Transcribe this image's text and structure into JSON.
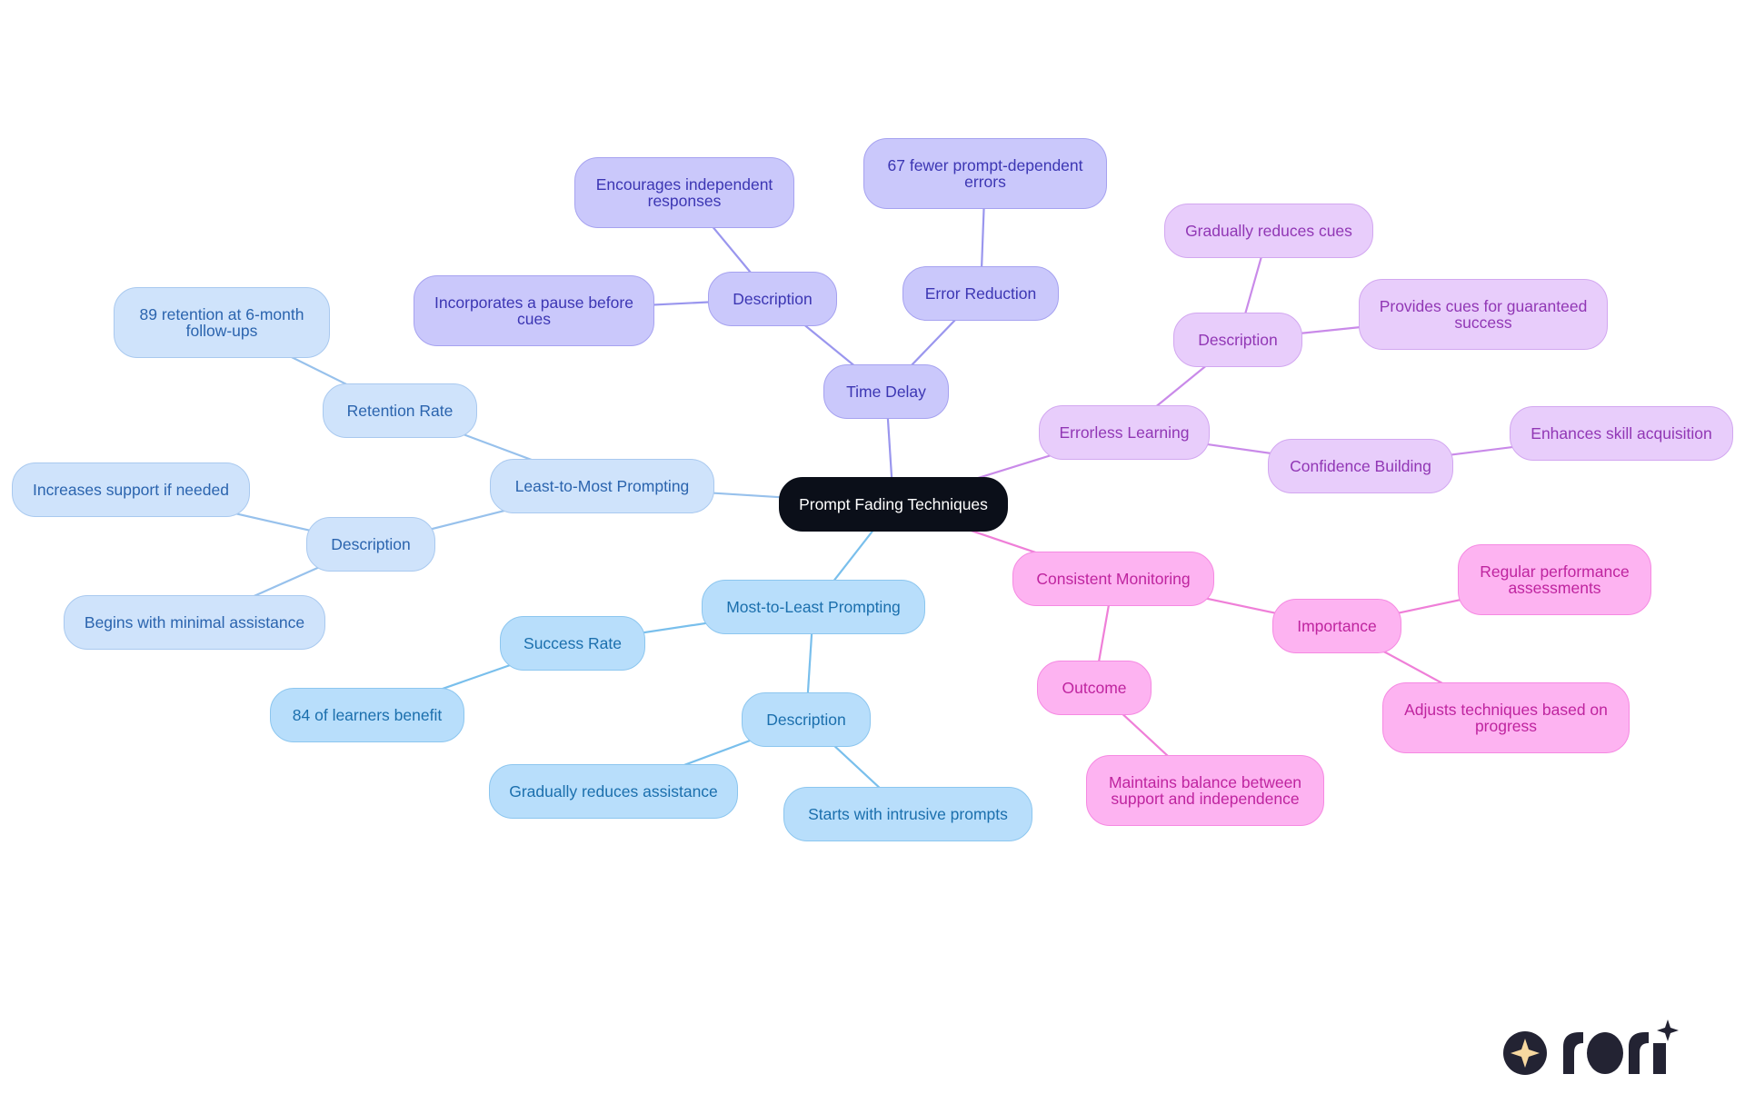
{
  "diagram": {
    "root": "Prompt Fading Techniques",
    "time_delay": {
      "label": "Time Delay",
      "description": "Description",
      "desc_encourages": "Encourages independent responses",
      "desc_pause": "Incorporates a pause before cues",
      "error_reduction": "Error Reduction",
      "errors_value": "67 fewer prompt-dependent errors"
    },
    "errorless": {
      "label": "Errorless Learning",
      "description": "Description",
      "desc_reduces": "Gradually reduces cues",
      "desc_provides": "Provides cues for guaranteed success",
      "confidence": "Confidence Building",
      "confidence_value": "Enhances skill acquisition"
    },
    "monitoring": {
      "label": "Consistent Monitoring",
      "importance": "Importance",
      "imp_regular": "Regular performance assessments",
      "imp_adjusts": "Adjusts techniques based on progress",
      "outcome": "Outcome",
      "outcome_value": "Maintains balance between support and independence"
    },
    "most_to_least": {
      "label": "Most-to-Least Prompting",
      "success_rate": "Success Rate",
      "success_value": "84 of learners benefit",
      "description": "Description",
      "desc_reduces": "Gradually reduces assistance",
      "desc_starts": "Starts with intrusive prompts"
    },
    "least_to_most": {
      "label": "Least-to-Most Prompting",
      "retention": "Retention Rate",
      "retention_value": "89 retention at 6-month follow-ups",
      "description": "Description",
      "desc_increases": "Increases support if needed",
      "desc_begins": "Begins with minimal assistance"
    }
  },
  "colors": {
    "time_delay_edge": "#9a96ee",
    "errorless_edge": "#c98ae9",
    "monitoring_edge": "#ef7fd8",
    "most_to_least_edge": "#79bfec",
    "least_to_most_edge": "#97c1ec"
  },
  "logo": {
    "text": "rori",
    "icon": "sparkle-icon"
  }
}
